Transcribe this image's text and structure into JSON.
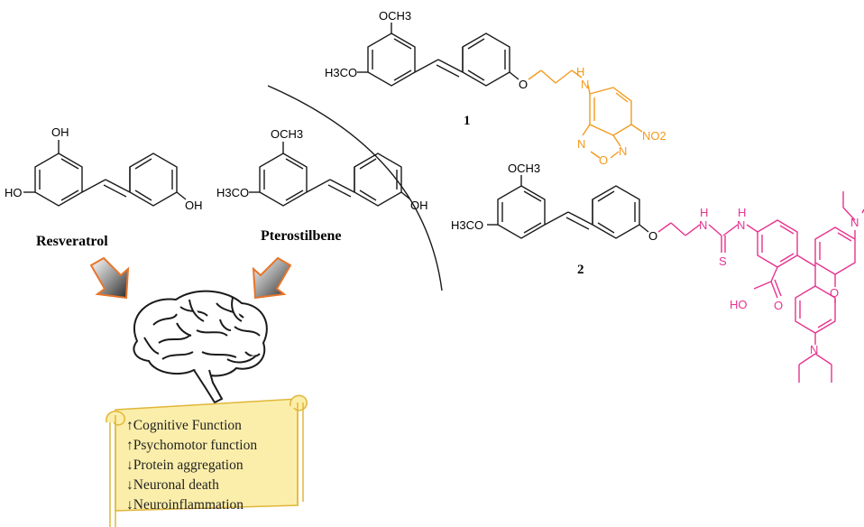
{
  "molecules": {
    "resveratrol": {
      "name": "Resveratrol",
      "oh_top": "OH",
      "oh_left": "HO",
      "oh_right": "OH"
    },
    "pterostilbene": {
      "name": "Pterostilbene",
      "och3": "OCH3",
      "h3co": "H3CO",
      "oh": "OH"
    },
    "compound1": {
      "number": "1",
      "och3": "OCH3",
      "h3co": "H3CO",
      "o": "O",
      "h": "H",
      "n": "N",
      "no2": "NO2",
      "ring_o": "O",
      "ring_n1": "N",
      "ring_n2": "N"
    },
    "compound2": {
      "number": "2",
      "och3": "OCH3",
      "h3co": "H3CO",
      "o": "O",
      "nh1": "H",
      "n1": "N",
      "nh2": "H",
      "n2": "N",
      "s": "S",
      "n_right": "N",
      "n_bottom": "N",
      "ho": "HO",
      "o_ring": "O",
      "o_carbonyl": "O"
    }
  },
  "effects": [
    "↑Cognitive Function",
    "↑Psychomotor function",
    "↓Protein aggregation",
    "↓Neuronal death",
    "↓Neuroinflammation"
  ],
  "colors": {
    "compound1": "#f39a1e",
    "compound2": "#e6338f",
    "scroll_fill": "#fbeeaa",
    "scroll_stroke": "#e0b63a",
    "arrow_outline": "#e8742a"
  },
  "icons": [
    "brain-icon",
    "arrow-icon",
    "scroll-icon"
  ]
}
